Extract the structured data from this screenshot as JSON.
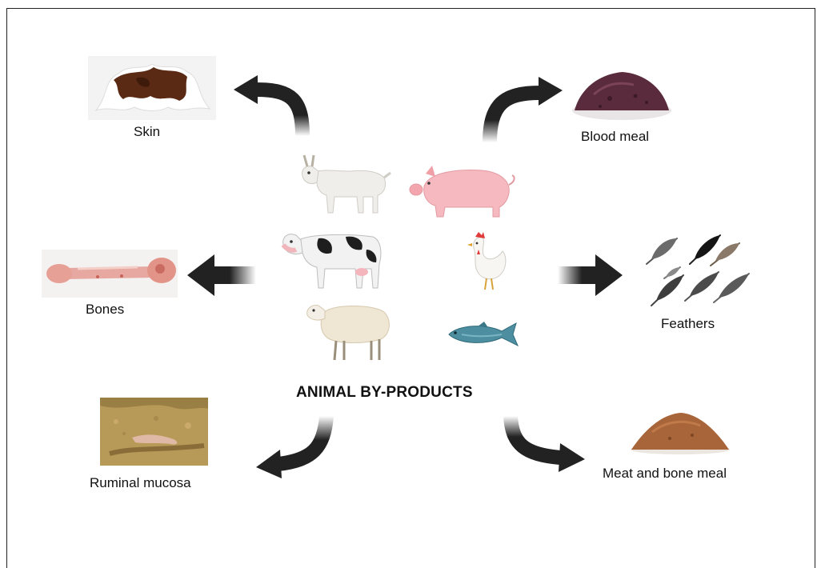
{
  "center_title": "ANIMAL BY-PRODUCTS",
  "products": [
    {
      "label": "Skin"
    },
    {
      "label": "Blood meal"
    },
    {
      "label": "Bones"
    },
    {
      "label": "Feathers"
    },
    {
      "label": "Ruminal mucosa"
    },
    {
      "label": "Meat and bone meal"
    }
  ],
  "animals": [
    "goat",
    "pig",
    "cow",
    "chicken",
    "sheep",
    "fish"
  ],
  "colors": {
    "arrow": "#222222",
    "blood_meal": "#5a2b3c",
    "meat_bone_meal": "#a9653a",
    "ruminal_mucosa": "#b79a58"
  }
}
